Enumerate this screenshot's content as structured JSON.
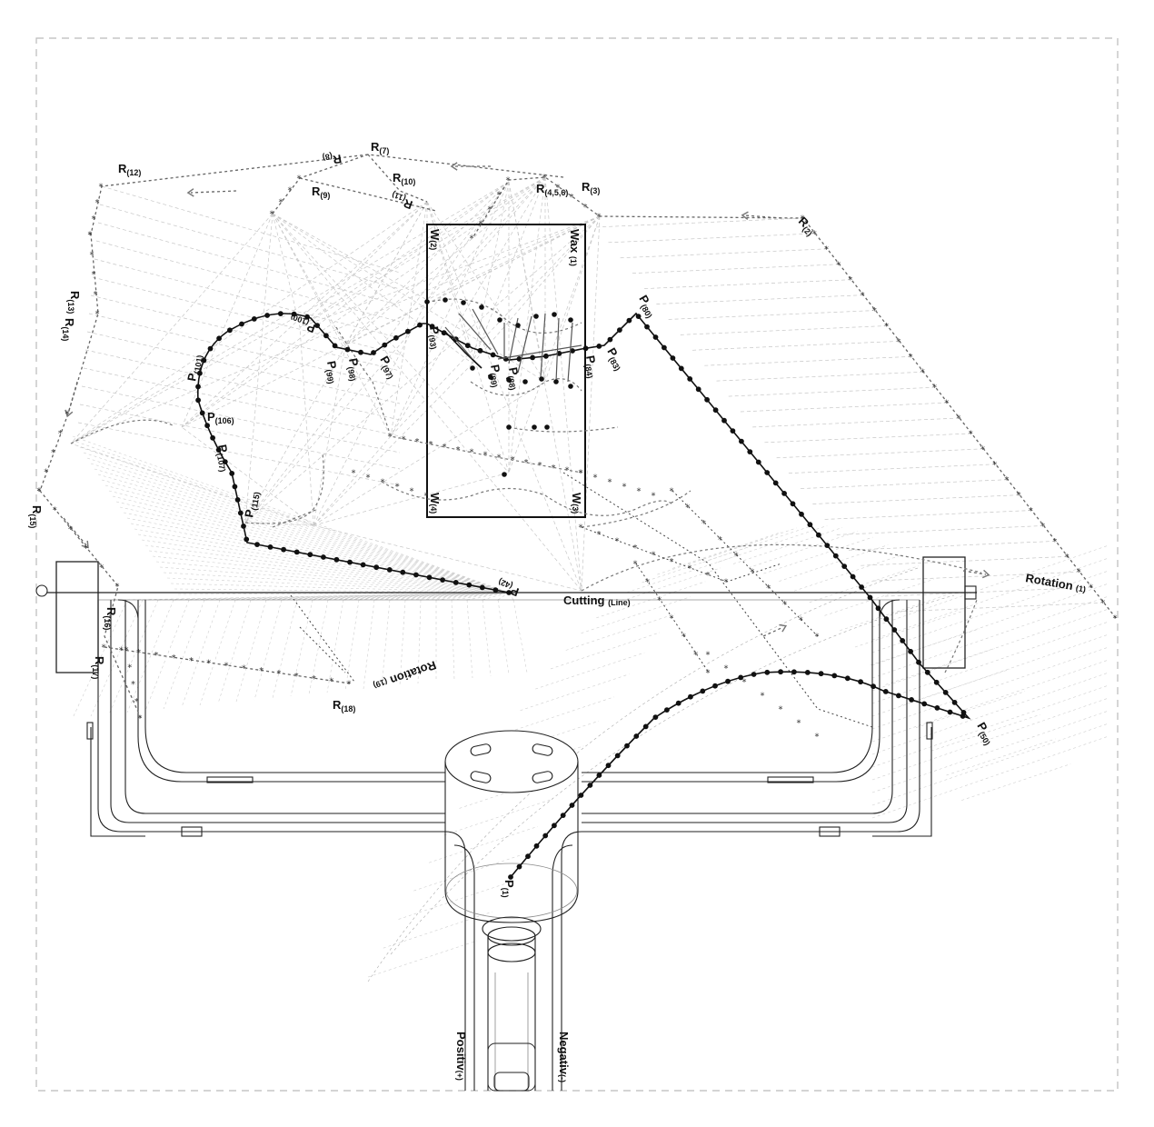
{
  "frame": {
    "border_color": "#bbbbbb"
  },
  "labels": {
    "cutting": {
      "main": "Cutting",
      "sub": "(Line)"
    },
    "rotation_1": {
      "main": "Rotation",
      "sub": "(1)"
    },
    "rotation_19": {
      "main": "Rotation",
      "sub": "(19)"
    },
    "positive": {
      "main": "Positiv",
      "sub": "(+)"
    },
    "negative": {
      "main": "Negativ",
      "sub": "(-)"
    },
    "wax_1": {
      "main": "Wax",
      "sub": "(1)"
    },
    "w2": {
      "main": "W",
      "sub": "(2)"
    },
    "w3": {
      "main": "W",
      "sub": "(3)"
    },
    "w4": {
      "main": "W",
      "sub": "(4)"
    }
  },
  "robot_points": [
    {
      "main": "R",
      "sub": "(2)"
    },
    {
      "main": "R",
      "sub": "(3)"
    },
    {
      "main": "R",
      "sub": "(4,5,6)"
    },
    {
      "main": "R",
      "sub": "(7)"
    },
    {
      "main": "R",
      "sub": "(8)"
    },
    {
      "main": "R",
      "sub": "(9)"
    },
    {
      "main": "R",
      "sub": "(10)"
    },
    {
      "main": "R",
      "sub": "(11)"
    },
    {
      "main": "R",
      "sub": "(12)"
    },
    {
      "main": "R",
      "sub": "(13)"
    },
    {
      "main": "R",
      "sub": "(14)"
    },
    {
      "main": "R",
      "sub": "(15)"
    },
    {
      "main": "R",
      "sub": "(16)"
    },
    {
      "main": "R",
      "sub": "(17)"
    },
    {
      "main": "R",
      "sub": "(18)"
    }
  ],
  "path_points": [
    {
      "main": "P",
      "sub": "(1)"
    },
    {
      "main": "P",
      "sub": "(42)"
    },
    {
      "main": "P",
      "sub": "(50)"
    },
    {
      "main": "P",
      "sub": "(80)"
    },
    {
      "main": "P",
      "sub": "(83)"
    },
    {
      "main": "P",
      "sub": "(84)"
    },
    {
      "main": "P",
      "sub": "(88)"
    },
    {
      "main": "P",
      "sub": "(89)"
    },
    {
      "main": "P",
      "sub": "(93)"
    },
    {
      "main": "P",
      "sub": "(97)"
    },
    {
      "main": "P",
      "sub": "(98)"
    },
    {
      "main": "P",
      "sub": "(99)"
    },
    {
      "main": "P",
      "sub": "(100)"
    },
    {
      "main": "P",
      "sub": "(101)"
    },
    {
      "main": "P",
      "sub": "(106)"
    },
    {
      "main": "P",
      "sub": "(107)"
    },
    {
      "main": "P",
      "sub": "(115)"
    }
  ]
}
